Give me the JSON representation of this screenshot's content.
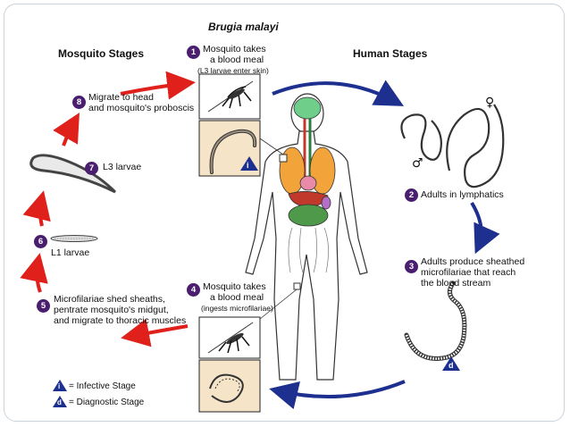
{
  "title": "Brugia malayi",
  "headers": {
    "mosquito": "Mosquito Stages",
    "human": "Human Stages"
  },
  "steps": [
    {
      "n": "1",
      "line1": "Mosquito takes",
      "line2": "a blood meal",
      "note": "(L3 larvae enter skin)"
    },
    {
      "n": "2",
      "line1": "Adults in lymphatics"
    },
    {
      "n": "3",
      "line1": "Adults produce sheathed",
      "line2": "microfilariae that reach",
      "line3": "the blood stream"
    },
    {
      "n": "4",
      "line1": "Mosquito takes",
      "line2": "a blood meal",
      "note": "(ingests microfilariae)"
    },
    {
      "n": "5",
      "line1": "Microfilariae shed sheaths,",
      "line2": "pentrate mosquito's midgut,",
      "line3": "and migrate to thoracic muscles"
    },
    {
      "n": "6",
      "line1": "L1 larvae"
    },
    {
      "n": "7",
      "line1": "L3 larvae"
    },
    {
      "n": "8",
      "line1": "Migrate to head",
      "line2": "and mosquito's proboscis"
    }
  ],
  "markers": {
    "infective": "i",
    "diagnostic": "d",
    "male": "♂",
    "female": "♀"
  },
  "legend": {
    "infective": "= Infective Stage",
    "diagnostic": "= Diagnostic Stage"
  },
  "colors": {
    "human_arrows": "#1d2f8f",
    "mosquito_arrows": "#e0201b",
    "step_badge": "#4a1e6f",
    "stage_triangle": "#1d2f8f",
    "panel_bg": "#f5e4c8"
  }
}
